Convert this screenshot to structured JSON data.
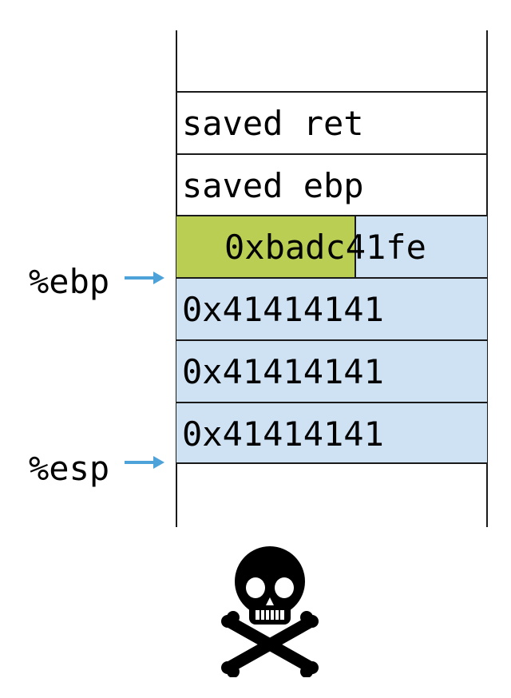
{
  "stack": {
    "slots": [
      {
        "label": ""
      },
      {
        "label": "saved ret"
      },
      {
        "label": "saved ebp"
      },
      {
        "label": "0xbadc41fe"
      },
      {
        "label": "0x41414141"
      },
      {
        "label": "0x41414141"
      },
      {
        "label": "0x41414141"
      },
      {
        "label": ""
      }
    ]
  },
  "registers": {
    "ebp": "%ebp",
    "esp": "%esp"
  },
  "colors": {
    "overflow_fill": "#cfe2f3",
    "partial_overwrite_fill": "#b9ce53",
    "arrow": "#4da3d9"
  },
  "icons": {
    "crash": "skull-crossbones-icon"
  }
}
